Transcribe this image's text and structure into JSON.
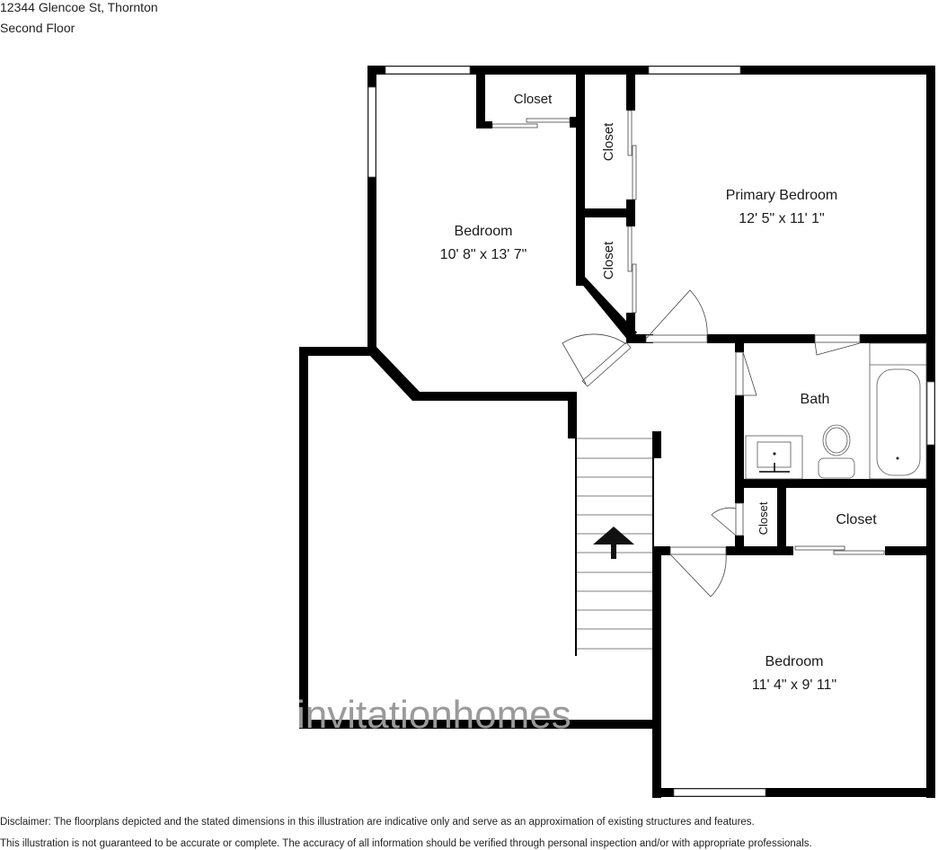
{
  "header": {
    "address": "12344 Glencoe St, Thornton",
    "floor": "Second Floor"
  },
  "rooms": [
    {
      "name": "Bedroom",
      "dimensions": "10' 8\" x 13' 7\""
    },
    {
      "name": "Primary Bedroom",
      "dimensions": "12' 5\" x 11' 1\""
    },
    {
      "name": "Bath"
    },
    {
      "name": "Bedroom",
      "dimensions": "11' 4\" x 9' 11\""
    },
    {
      "name": "Closet"
    },
    {
      "name": "Closet"
    },
    {
      "name": "Closet"
    },
    {
      "name": "Closet"
    },
    {
      "name": "Closet"
    }
  ],
  "watermark": "invitationhomes",
  "icons": {
    "stairs_arrow": "arrow-up-icon"
  },
  "colors": {
    "wall": "#000000",
    "background": "#ffffff",
    "text": "#1a1a1a",
    "watermark": "#9a9a9a"
  },
  "disclaimer": {
    "line1": "Disclaimer: The floorplans depicted and the stated dimensions in this illustration are indicative only and serve as an approximation of existing structures and features.",
    "line2": "This illustration is not guaranteed to be accurate or complete. The accuracy of all information should be verified through personal inspection and/or with appropriate professionals."
  }
}
